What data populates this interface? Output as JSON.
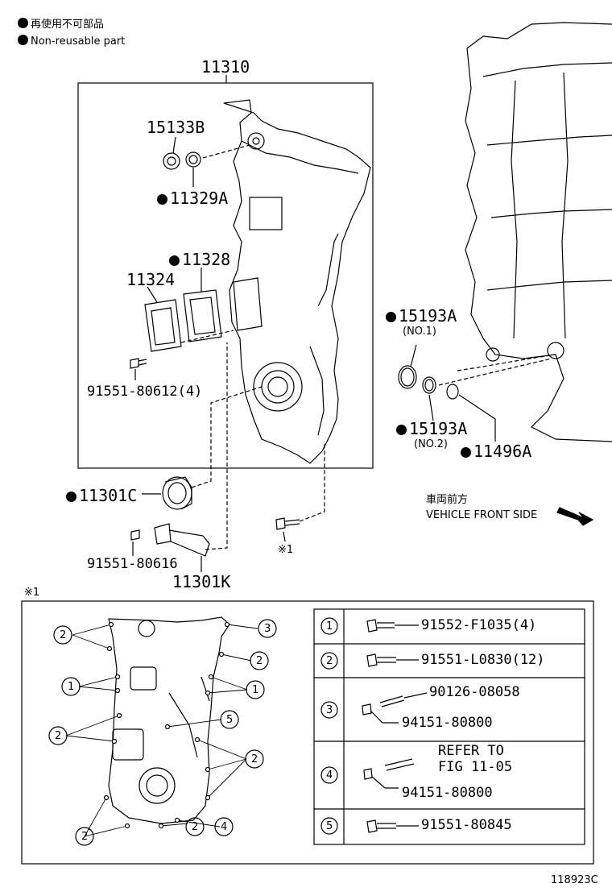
{
  "legend": {
    "jp": "再使用不可部品",
    "en": "Non-reusable part"
  },
  "labels": {
    "p11310": "11310",
    "p15133B": "15133B",
    "p11329A": "11329A",
    "p11328": "11328",
    "p11324": "11324",
    "p91551_80612": "91551-80612(4)",
    "p15193A_1": "15193A",
    "no1": "(NO.1)",
    "p15193A_2": "15193A",
    "no2": "(NO.2)",
    "p11496A": "11496A",
    "p11301C": "11301C",
    "p91551_80616": "91551-80616",
    "p11301K": "11301K",
    "ref1": "※1",
    "vehicle_jp": "車両前方",
    "vehicle_en": "VEHICLE FRONT SIDE",
    "inset_mark": "※1",
    "figure_id": "118923C"
  },
  "bolt_table": [
    {
      "num": "1",
      "parts": [
        "91552-F1035(4)"
      ]
    },
    {
      "num": "2",
      "parts": [
        "91551-L0830(12)"
      ]
    },
    {
      "num": "3",
      "parts": [
        "90126-08058",
        "94151-80800"
      ]
    },
    {
      "num": "4",
      "parts": [
        "REFER TO",
        "FIG 11-05",
        "94151-80800"
      ]
    },
    {
      "num": "5",
      "parts": [
        "91551-80845"
      ]
    }
  ],
  "inset_callouts": [
    "2",
    "3",
    "2",
    "1",
    "1",
    "5",
    "2",
    "2",
    "2",
    "4",
    "2"
  ]
}
